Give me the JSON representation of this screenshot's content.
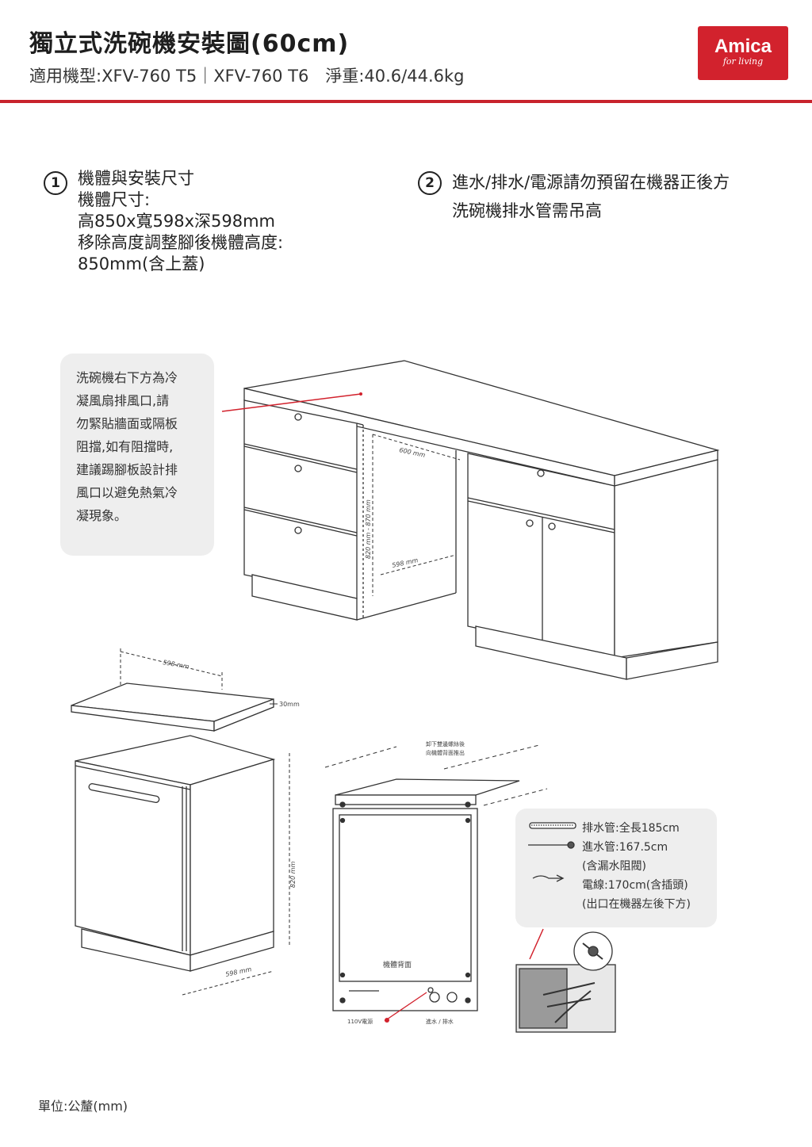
{
  "header": {
    "title": "獨立式洗碗機安裝圖(60cm)",
    "subtitle": "適用機型:XFV-760 T5｜XFV-760 T6　淨重:40.6/44.6kg",
    "logo_brand": "Amica",
    "logo_slogan": "for living",
    "accent_color": "#c8232c"
  },
  "section1": {
    "number": "1",
    "lines": [
      "機體與安裝尺寸",
      "機體尺寸:",
      "高850x寬598x深598mm",
      "移除高度調整腳後機體高度:",
      "850mm(含上蓋)"
    ]
  },
  "section2": {
    "number": "2",
    "lines": [
      "進水/排水/電源請勿預留在機器正後方",
      "洗碗機排水管需吊高"
    ]
  },
  "note": {
    "lines": [
      "洗碗機右下方為冷",
      "凝風扇排風口,請",
      "勿緊貼牆面或隔板",
      "阻擋,如有阻擋時,",
      "建議踢腳板設計排",
      "風口以避免熱氣冷",
      "凝現象。"
    ]
  },
  "diagram": {
    "cabinet_opening_width": "600 mm",
    "cabinet_height_range": "820 mm - 870 mm",
    "cabinet_depth": "598 mm",
    "top_width": "598 mm",
    "top_thickness": "30mm",
    "body_height": "820 mm",
    "body_depth": "598 mm",
    "back_note_1": "卸下雙邊螺絲後",
    "back_note_2": "向機體背面推出",
    "back_label": "機體背面",
    "power_label": "110V電源",
    "water_label": "進水 / 排水"
  },
  "legend": {
    "drain_hose": "排水管:全長185cm",
    "inlet_hose": "進水管:167.5cm",
    "inlet_note": "(含漏水阻閥)",
    "power_cord": "電線:170cm(含插頭)",
    "power_note": "(出口在機器左後下方)"
  },
  "footer": {
    "unit": "單位:公釐(mm)"
  }
}
